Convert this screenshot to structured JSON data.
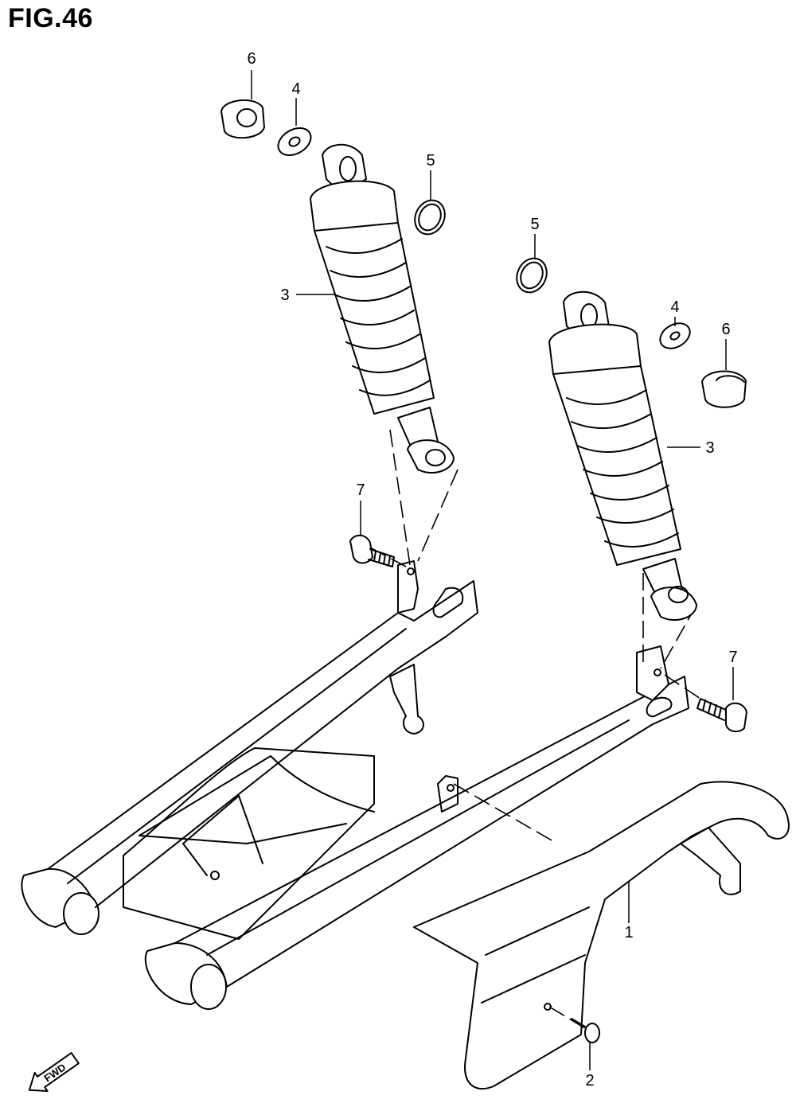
{
  "figure": {
    "title": "FIG.46"
  },
  "parts": [
    {
      "ref": "1",
      "label": "1"
    },
    {
      "ref": "2",
      "label": "2"
    },
    {
      "ref": "3a",
      "label": "3"
    },
    {
      "ref": "3b",
      "label": "3"
    },
    {
      "ref": "4a",
      "label": "4"
    },
    {
      "ref": "4b",
      "label": "4"
    },
    {
      "ref": "5a",
      "label": "5"
    },
    {
      "ref": "5b",
      "label": "5"
    },
    {
      "ref": "6a",
      "label": "6"
    },
    {
      "ref": "6b",
      "label": "6"
    },
    {
      "ref": "7a",
      "label": "7"
    },
    {
      "ref": "7b",
      "label": "7"
    }
  ],
  "direction_marker": {
    "label": "FWD"
  }
}
